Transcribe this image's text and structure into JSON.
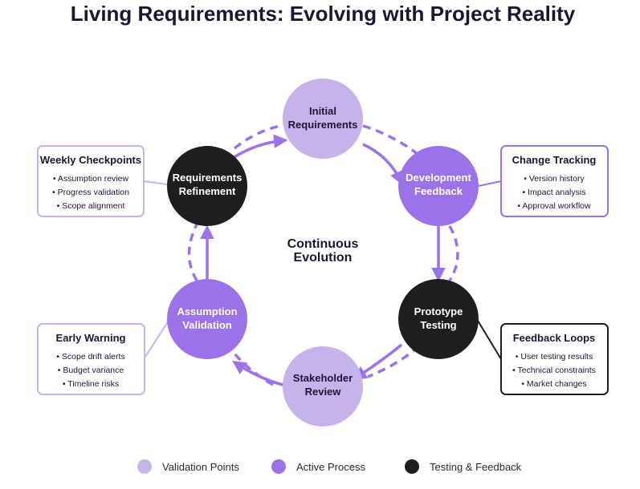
{
  "title": "Living Requirements: Evolving with Project Reality",
  "center": {
    "line1": "Continuous",
    "line2": "Evolution"
  },
  "colors": {
    "light_purple": "#c5b3ea",
    "purple": "#9b72e8",
    "dark": "#1e1e20",
    "arrow": "#9b72e8",
    "title": "#1e1433"
  },
  "nodes": [
    {
      "id": "initial",
      "line1": "Initial",
      "line2": "Requirements",
      "style": "light"
    },
    {
      "id": "development",
      "line1": "Development",
      "line2": "Feedback",
      "style": "purple"
    },
    {
      "id": "prototype",
      "line1": "Prototype",
      "line2": "Testing",
      "style": "dark"
    },
    {
      "id": "stakeholder",
      "line1": "Stakeholder",
      "line2": "Review",
      "style": "light"
    },
    {
      "id": "assumption",
      "line1": "Assumption",
      "line2": "Validation",
      "style": "purple"
    },
    {
      "id": "refinement",
      "line1": "Requirements",
      "line2": "Refinement",
      "style": "dark"
    }
  ],
  "boxes": {
    "weekly": {
      "title": "Weekly Checkpoints",
      "items": [
        "• Assumption review",
        "• Progress validation",
        "• Scope alignment"
      ]
    },
    "change": {
      "title": "Change Tracking",
      "items": [
        "• Version history",
        "• Impact analysis",
        "• Approval workflow"
      ]
    },
    "early": {
      "title": "Early Warning",
      "items": [
        "• Scope drift alerts",
        "• Budget variance",
        "• Timeline risks"
      ]
    },
    "feedback": {
      "title": "Feedback Loops",
      "items": [
        "• User testing results",
        "• Technical constraints",
        "• Market changes"
      ]
    }
  },
  "legend": [
    {
      "label": "Validation Points",
      "color": "#c5b3ea"
    },
    {
      "label": "Active Process",
      "color": "#9b72e8"
    },
    {
      "label": "Testing & Feedback",
      "color": "#1e1e20"
    }
  ]
}
